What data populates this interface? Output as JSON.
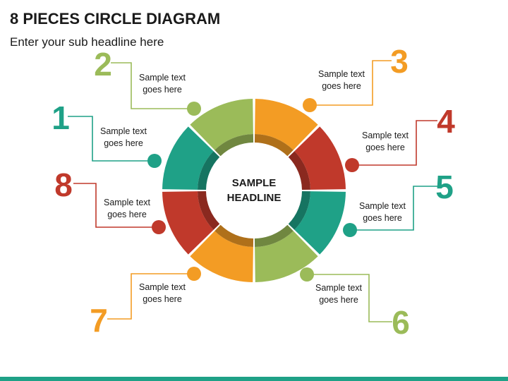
{
  "header": {
    "title": "8 PIECES CIRCLE DIAGRAM",
    "subtitle": "Enter your sub headline here"
  },
  "center": {
    "line1": "SAMPLE",
    "line2": "HEADLINE"
  },
  "colors": {
    "teal": "#1fa187",
    "green": "#9bbb59",
    "orange": "#f39c24",
    "red": "#c0392b",
    "footer": "#1fa187"
  },
  "items": [
    {
      "number": "1",
      "text1": "Sample text",
      "text2": "goes here",
      "color": "#1fa187"
    },
    {
      "number": "2",
      "text1": "Sample text",
      "text2": "goes here",
      "color": "#9bbb59"
    },
    {
      "number": "3",
      "text1": "Sample text",
      "text2": "goes here",
      "color": "#f39c24"
    },
    {
      "number": "4",
      "text1": "Sample text",
      "text2": "goes here",
      "color": "#c0392b"
    },
    {
      "number": "5",
      "text1": "Sample text",
      "text2": "goes here",
      "color": "#1fa187"
    },
    {
      "number": "6",
      "text1": "Sample text",
      "text2": "goes here",
      "color": "#9bbb59"
    },
    {
      "number": "7",
      "text1": "Sample text",
      "text2": "goes here",
      "color": "#f39c24"
    },
    {
      "number": "8",
      "text1": "Sample text",
      "text2": "goes here",
      "color": "#c0392b"
    }
  ]
}
